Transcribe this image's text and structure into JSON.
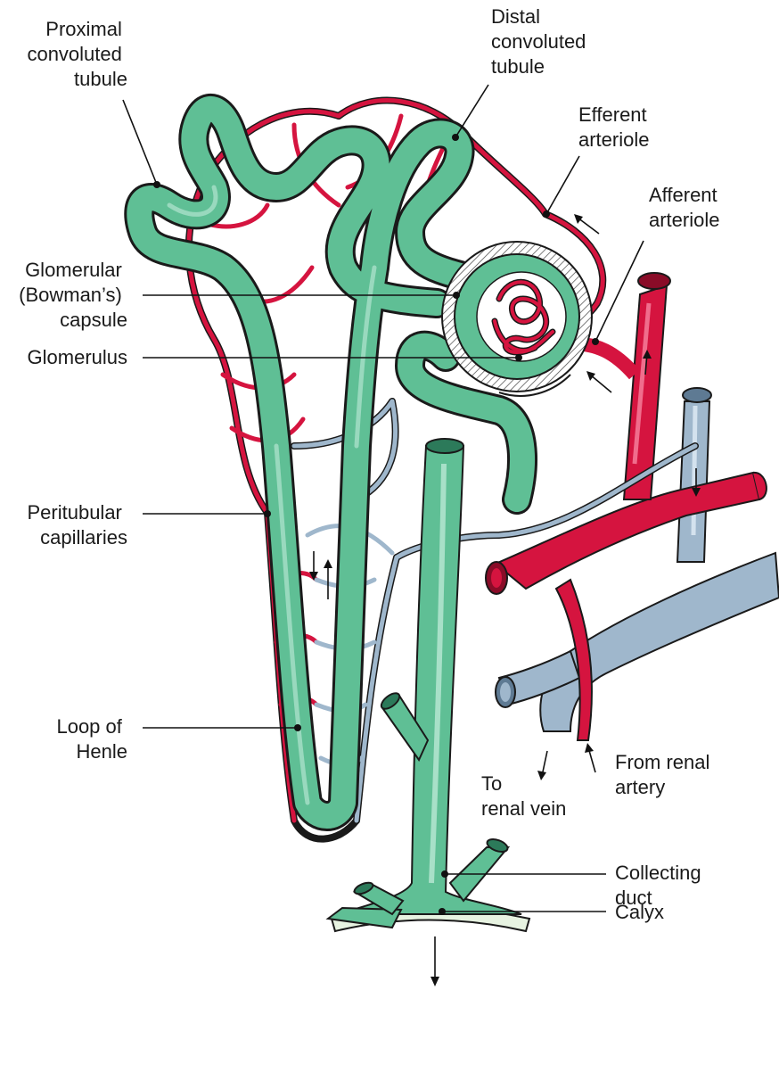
{
  "colors": {
    "tubule": "#5fbf95",
    "tubule_light": "#a8e0c8",
    "tubule_dark": "#2c7a5a",
    "artery": "#d5143f",
    "artery_light": "#f06d8c",
    "vein": "#9fb7cc",
    "vein_light": "#d4e2ee",
    "vein_dark": "#5e7a93",
    "calyx": "#e7f3e1",
    "capsule_hatch": "#333333"
  },
  "labels": {
    "proximal": [
      "Proximal",
      "convoluted",
      "tubule"
    ],
    "distal": [
      "Distal",
      "convoluted",
      "tubule"
    ],
    "efferent": [
      "Efferent",
      "arteriole"
    ],
    "afferent": [
      "Afferent",
      "arteriole"
    ],
    "capsule": [
      "Glomerular",
      "(Bowman’s)",
      "capsule"
    ],
    "glomerulus": [
      "Glomerulus"
    ],
    "peritubular": [
      "Peritubular",
      "capillaries"
    ],
    "loop": [
      "Loop of",
      "Henle"
    ],
    "renal_artery": [
      "From renal",
      "artery"
    ],
    "renal_vein": [
      "To",
      "renal vein"
    ],
    "collecting": [
      "Collecting",
      "duct"
    ],
    "calyx": [
      "Calyx"
    ]
  }
}
